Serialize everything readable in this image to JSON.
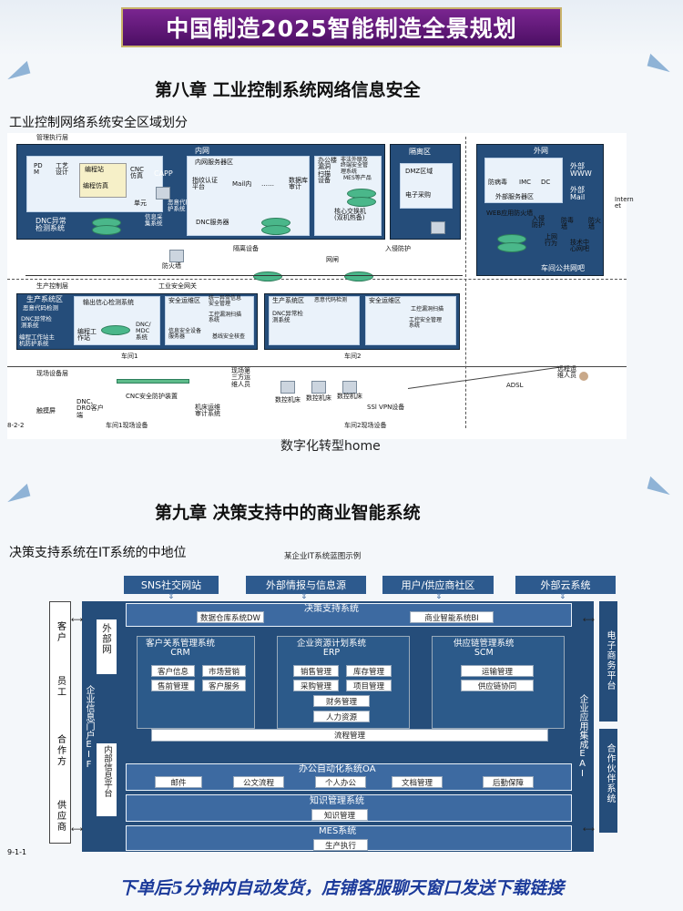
{
  "banner": {
    "title": "中国制造2025智能制造全景规划"
  },
  "chapter8": {
    "title": "第八章    工业控制系统网络信息安全",
    "diagram_title": "工业控制网络系统安全区域划分",
    "footer_code": "8-2-2",
    "caption": "数字化转型home",
    "layers": {
      "management": "管理执行层",
      "production": "生产控制层",
      "field": "现场设备层"
    },
    "inner": {
      "title": "内网",
      "pdm": "PD\nM",
      "process": "工艺\n设计",
      "prog_station": "编程站",
      "prog_sim": "编程仿真",
      "cnc_sim": "CNC\n仿真",
      "unit": "单元",
      "capp": "CAPP",
      "code_check": "恶意代码防\n护系统",
      "info_collect": "信息采\n集系统",
      "dnc_monitor": "DNC异常\n检测系统",
      "service_zone": "内网服务器区",
      "auth": "指纹认证\n平台",
      "mail_in": "Mail内",
      "dots": "……",
      "db_audit": "数据库\n审计",
      "dnc_server": "DNC服务器",
      "office": "办公楼\n漏洞\n扫描\n设备",
      "nonhost": "非法外联及\n终端安全管\n理系统",
      "mes": "MES等产品",
      "core_switch": "核心交换机\n(双机热备)",
      "isolation_device": "隔离设备"
    },
    "isolation": {
      "title": "隔离区",
      "dmz": "DMZ区域",
      "purchase": "电子采购",
      "intrusion": "入侵防护"
    },
    "outer": {
      "title": "外网",
      "av": "防病毒",
      "imc": "IMC",
      "dc": "DC",
      "www": "外部\nWWW",
      "mail_out": "外部\nMail",
      "server_zone": "外部服务器区",
      "waf": "WEB应用防火墙",
      "ips": "入侵\n防护",
      "av2": "防毒\n墙",
      "internet_access": "上网\n行为",
      "tech_center": "技术中\n心网吧",
      "firewall": "防火\n墙",
      "public": "车间公共网吧",
      "internet": "Intern\net"
    },
    "firewall": "防火墙",
    "gateway": "网闸",
    "ics_gateway": "工业安全网关",
    "prod1": {
      "zone": "生产系统区",
      "code_check": "恶意代码检测",
      "monitor": "输出信心检测系统",
      "dnc_detect": "DNC异常检\n测系统",
      "editor": "编程工作站主\n机防护系统",
      "workstation": "编程工\n作站",
      "dnc_mdc": "DNC/\nMDC\n系统",
      "sec_zone": "安全运维区",
      "anomaly": "统一异常信息\n安全管理",
      "vuln_scan": "工控漏洞扫描\n系统",
      "asset": "信息安全设备\n服务器",
      "baseline": "基线安全核查",
      "workshop": "车间1"
    },
    "prod2": {
      "zone": "生产系统区",
      "code_check": "恶意代码检测",
      "dnc_detect": "DNC异常检\n测系统",
      "sec_zone": "安全运维区",
      "vuln_scan": "工控漏洞扫描",
      "secure_mgmt": "工控安全管理\n系统",
      "workshop": "车间2"
    },
    "field": {
      "touch": "触摸屏",
      "dnc_client": "DNC、\nDRO客户\n端",
      "cnc_gateway": "CNC安全防护装置",
      "workshop1": "车间1现场设备",
      "on_site": "现场第\n三方运\n维人员",
      "audit": "机床运维\n审计系统",
      "cnc1": "数控机床",
      "cnc2": "数控机床",
      "cnc3": "数控机床",
      "ssl_vpn": "SSl VPN设备",
      "adsl": "ADSL",
      "remote": "远程运\n维人员",
      "workshop2": "车间2现场设备"
    }
  },
  "chapter9": {
    "title": "第九章    决策支持中的商业智能系统",
    "diagram_title": "决策支持系统在IT系统的中地位",
    "example_title": "某企业IT系统蓝图示例",
    "footer_code": "9-1-1",
    "top_boxes": [
      "SNS社交网站",
      "外部情报与信息源",
      "用户/供应商社区",
      "外部云系统"
    ],
    "left_side": [
      "客户",
      "员工",
      "合作方",
      "供应商"
    ],
    "external_net": "外部网",
    "internal_platform": "内部信息平台",
    "eif": "企业信息门户EIF",
    "eai": "企业应用集成EAI",
    "ecommerce": "电子商务平台",
    "partner_sys": "合作伙伴系统",
    "dss": {
      "title": "决策支持系统",
      "dw": "数据仓库系统DW",
      "bi": "商业智能系统BI"
    },
    "crm": {
      "title": "客户关系管理系统\nCRM",
      "items": [
        "客户信息",
        "市场营销",
        "售前管理",
        "客户服务"
      ]
    },
    "erp": {
      "title": "企业资源计划系统\nERP",
      "items": [
        "销售管理",
        "库存管理",
        "采购管理",
        "项目管理",
        "财务管理",
        "人力资源"
      ]
    },
    "scm": {
      "title": "供应链管理系统\nSCM",
      "items": [
        "运输管理",
        "供应链协同"
      ]
    },
    "process_mgmt": "流程管理",
    "oa": {
      "title": "办公自动化系统OA",
      "items": [
        "邮件",
        "公文流程",
        "个人办公",
        "文档管理",
        "后勤保障"
      ]
    },
    "km": {
      "title": "知识管理系统",
      "item": "知识管理"
    },
    "mes": {
      "title": "MES系统",
      "item": "生产执行"
    }
  },
  "footer": {
    "text": "下单后5分钟内自动发货，店铺客服聊天窗口发送下载链接"
  }
}
